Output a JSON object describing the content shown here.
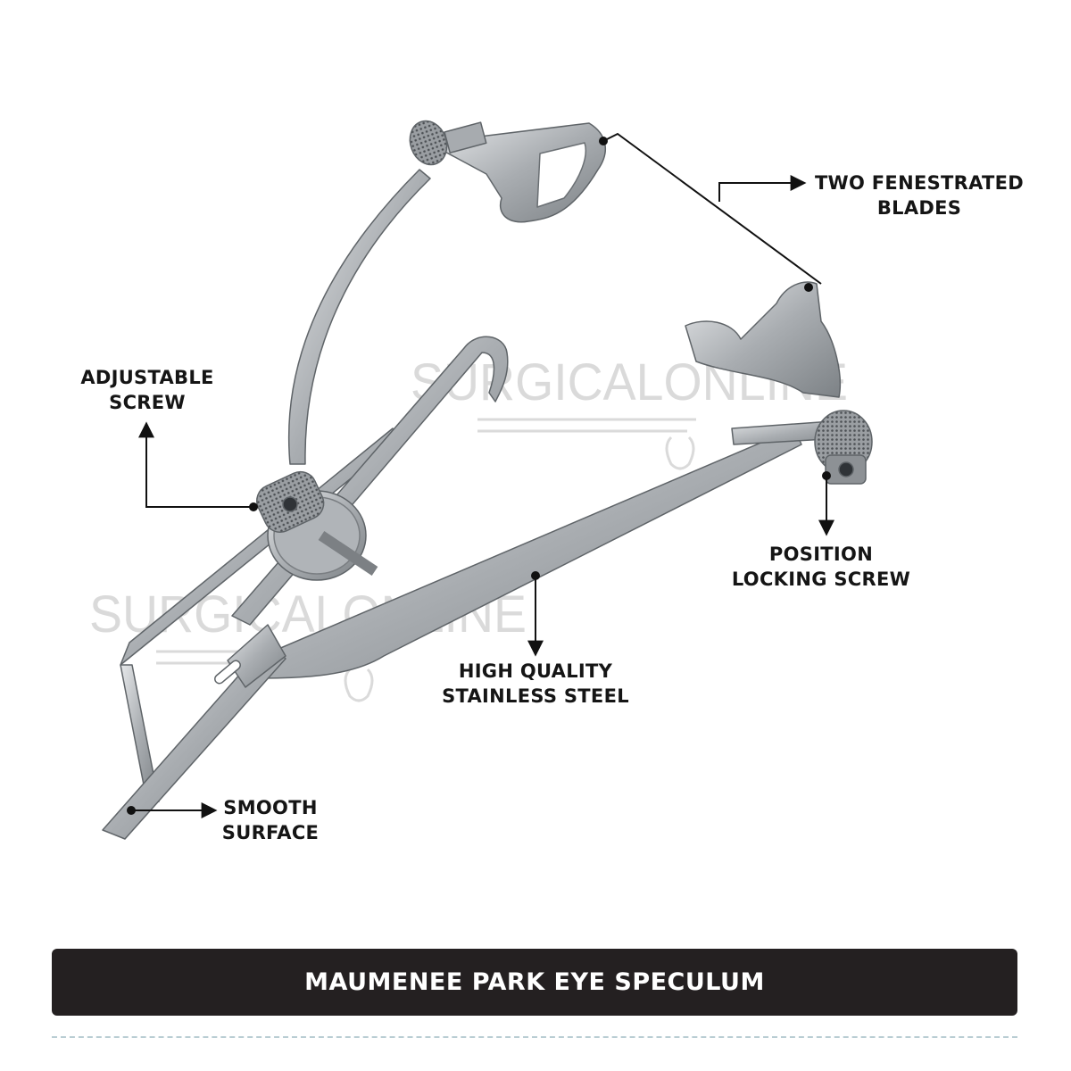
{
  "watermark": {
    "text": "SURGICALONLINE",
    "color": "#d9d9d9"
  },
  "instrument": {
    "metal_color": "#b8bcc0",
    "metal_edge_color": "#6f7478"
  },
  "callouts": {
    "blades": {
      "line1": "TWO FENESTRATED",
      "line2": "BLADES"
    },
    "adjustable_screw": {
      "line1": "ADJUSTABLE",
      "line2": "SCREW"
    },
    "locking_screw": {
      "line1": "POSITION",
      "line2": "LOCKING SCREW"
    },
    "steel": {
      "line1": "HIGH QUALITY",
      "line2": "STAINLESS STEEL"
    },
    "smooth": {
      "line1": "SMOOTH",
      "line2": "SURFACE"
    }
  },
  "title": "MAUMENEE PARK EYE SPECULUM",
  "colors": {
    "title_bar": "#242021",
    "title_text": "#ffffff",
    "callout_line": "#111111",
    "divider": "#b9cdd3"
  }
}
